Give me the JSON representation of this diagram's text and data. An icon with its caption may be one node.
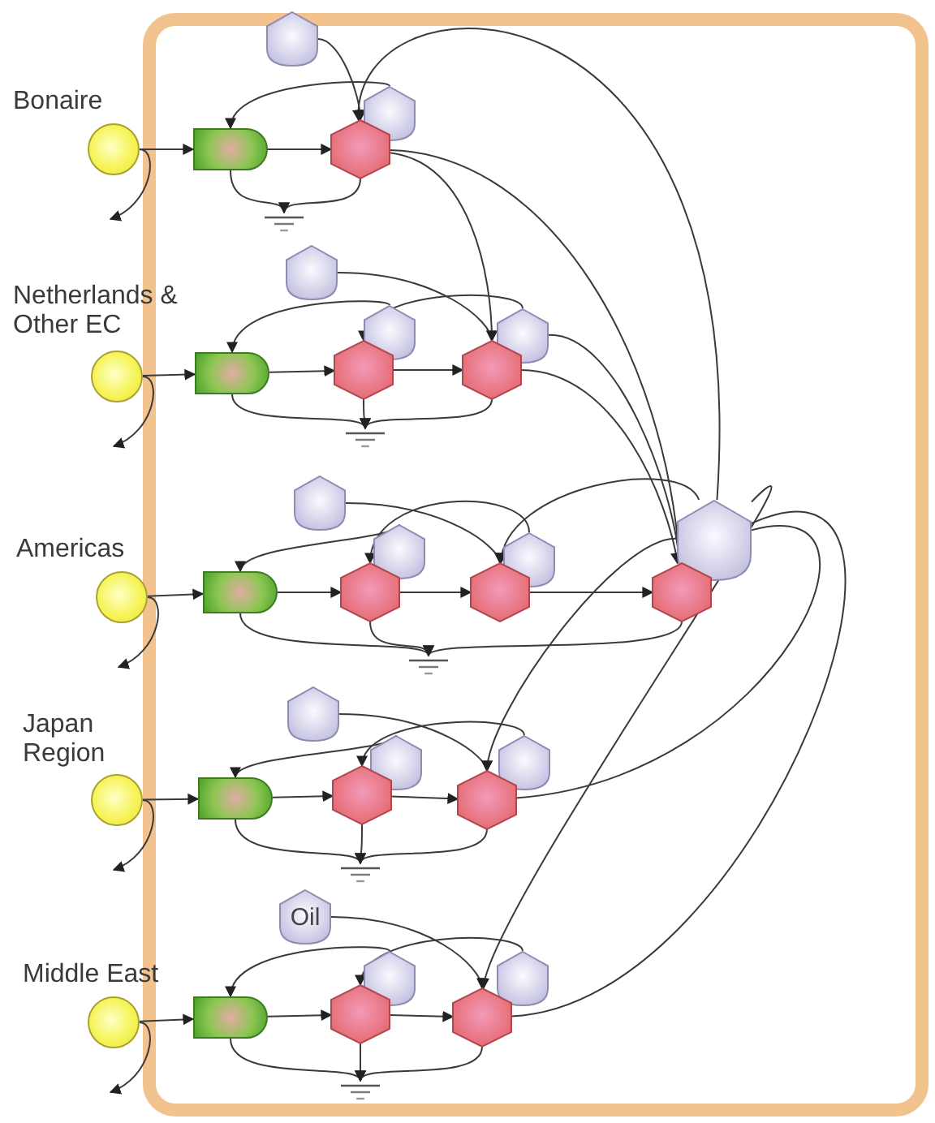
{
  "diagram": {
    "nodes": [
      {
        "text": [],
        "shape": "circle",
        "beside": [
          "Bonaire"
        ]
      },
      {
        "text": [],
        "shape": "box"
      },
      {
        "text": [],
        "shape": "hexagon"
      },
      {
        "text": [],
        "shape": "hexagon"
      },
      {
        "text": [],
        "shape": "hexagon"
      },
      {
        "text": [],
        "shape": "ground"
      },
      {
        "text": [],
        "shape": "circle",
        "beside": [
          "Netherlands & Other EC"
        ]
      },
      {
        "text": [],
        "shape": "box"
      },
      {
        "text": [],
        "shape": "hexagon"
      },
      {
        "text": [],
        "shape": "hexagon"
      },
      {
        "text": [],
        "shape": "hexagon"
      },
      {
        "text": [],
        "shape": "hexagon"
      },
      {
        "text": [],
        "shape": "hexagon"
      },
      {
        "text": [],
        "shape": "ground"
      },
      {
        "text": [],
        "shape": "circle",
        "beside": [
          "Americas"
        ]
      },
      {
        "text": [],
        "shape": "box"
      },
      {
        "text": [],
        "shape": "hexagon"
      },
      {
        "text": [],
        "shape": "hexagon"
      },
      {
        "text": [],
        "shape": "hexagon"
      },
      {
        "text": [],
        "shape": "hexagon"
      },
      {
        "text": [],
        "shape": "hexagon"
      },
      {
        "text": [],
        "shape": "hexagon"
      },
      {
        "text": [],
        "shape": "hexagon"
      },
      {
        "text": [],
        "shape": "ground"
      },
      {
        "text": [],
        "shape": "circle",
        "beside": [
          "Japan Region"
        ]
      },
      {
        "text": [],
        "shape": "box"
      },
      {
        "text": [],
        "shape": "hexagon"
      },
      {
        "text": [],
        "shape": "hexagon"
      },
      {
        "text": [],
        "shape": "hexagon"
      },
      {
        "text": [],
        "shape": "hexagon"
      },
      {
        "text": [],
        "shape": "hexagon"
      },
      {
        "text": [],
        "shape": "ground"
      },
      {
        "text": [],
        "shape": "circle",
        "beside": [
          "Middle East"
        ]
      },
      {
        "text": [],
        "shape": "box"
      },
      {
        "text": [],
        "shape": "hexagon"
      },
      {
        "text": [],
        "shape": "hexagon"
      },
      {
        "text": [
          "Oil"
        ]
      },
      {
        "text": [],
        "shape": "hexagon"
      },
      {
        "text": [],
        "shape": "hexagon"
      },
      {
        "text": [],
        "shape": "ground"
      }
    ],
    "edges": [
      {
        "from": 0,
        "to": 1,
        "arrow": "to"
      },
      {
        "from": 0,
        "to": null,
        "arrow": "to"
      },
      {
        "from": 1,
        "to": 2,
        "arrow": "to"
      },
      {
        "from": 4,
        "to": 1,
        "arrow": "to"
      },
      {
        "from": 3,
        "to": 2,
        "arrow": "to"
      },
      {
        "from": 22,
        "to": 2,
        "arrow": "to"
      },
      {
        "from": 1,
        "to": 5,
        "arrow": "to"
      },
      {
        "from": 2,
        "to": 5,
        "arrow": "to"
      },
      {
        "from": 2,
        "to": 9,
        "arrow": "to"
      },
      {
        "from": 2,
        "to": 18,
        "arrow": "to"
      },
      {
        "from": 6,
        "to": 7,
        "arrow": "to"
      },
      {
        "from": 6,
        "to": null,
        "arrow": "to"
      },
      {
        "from": 7,
        "to": 8,
        "arrow": "to"
      },
      {
        "from": 8,
        "to": 9,
        "arrow": "to"
      },
      {
        "from": 11,
        "to": 7,
        "arrow": "to"
      },
      {
        "from": 10,
        "to": 9,
        "arrow": "to"
      },
      {
        "from": 12,
        "to": 8,
        "arrow": "to"
      },
      {
        "from": 12,
        "to": 18,
        "arrow": "to"
      },
      {
        "from": 7,
        "to": 13,
        "arrow": "to"
      },
      {
        "from": 8,
        "to": 13,
        "arrow": "to"
      },
      {
        "from": 9,
        "to": 13,
        "arrow": "to"
      },
      {
        "from": 9,
        "to": 18,
        "arrow": "to"
      },
      {
        "from": 14,
        "to": 15,
        "arrow": "to"
      },
      {
        "from": 14,
        "to": null,
        "arrow": "to"
      },
      {
        "from": 15,
        "to": 16,
        "arrow": "to"
      },
      {
        "from": 16,
        "to": 17,
        "arrow": "to"
      },
      {
        "from": 17,
        "to": 18,
        "arrow": "to"
      },
      {
        "from": 20,
        "to": 15,
        "arrow": "to"
      },
      {
        "from": 19,
        "to": 17,
        "arrow": "to"
      },
      {
        "from": 21,
        "to": 16,
        "arrow": "to"
      },
      {
        "from": 22,
        "to": 17,
        "arrow": "to"
      },
      {
        "from": 15,
        "to": 23,
        "arrow": "to"
      },
      {
        "from": 16,
        "to": 23,
        "arrow": "to"
      },
      {
        "from": 18,
        "to": 23,
        "arrow": "to"
      },
      {
        "from": 24,
        "to": 25,
        "arrow": "to"
      },
      {
        "from": 24,
        "to": null,
        "arrow": "to"
      },
      {
        "from": 25,
        "to": 26,
        "arrow": "to"
      },
      {
        "from": 26,
        "to": 27,
        "arrow": "to"
      },
      {
        "from": 29,
        "to": 25,
        "arrow": "to"
      },
      {
        "from": 28,
        "to": 27,
        "arrow": "to"
      },
      {
        "from": 30,
        "to": 26,
        "arrow": "to"
      },
      {
        "from": 22,
        "to": 27,
        "arrow": "to"
      },
      {
        "from": 27,
        "to": 22,
        "arrow": "none"
      },
      {
        "from": 25,
        "to": 31,
        "arrow": "to"
      },
      {
        "from": 26,
        "to": 31,
        "arrow": "to"
      },
      {
        "from": 27,
        "to": 31,
        "arrow": "to"
      },
      {
        "from": 32,
        "to": 33,
        "arrow": "to"
      },
      {
        "from": 32,
        "to": null,
        "arrow": "to"
      },
      {
        "from": 33,
        "to": 34,
        "arrow": "to"
      },
      {
        "from": 34,
        "to": 35,
        "arrow": "to"
      },
      {
        "from": 37,
        "to": 33,
        "arrow": "to"
      },
      {
        "from": 36,
        "to": 35,
        "arrow": "to"
      },
      {
        "from": 38,
        "to": 34,
        "arrow": "to"
      },
      {
        "from": 22,
        "to": 35,
        "arrow": "to"
      },
      {
        "from": 35,
        "to": 22,
        "arrow": "none"
      },
      {
        "from": 33,
        "to": 39,
        "arrow": "to"
      },
      {
        "from": 34,
        "to": 39,
        "arrow": "to"
      },
      {
        "from": 35,
        "to": 39,
        "arrow": "to"
      }
    ]
  }
}
